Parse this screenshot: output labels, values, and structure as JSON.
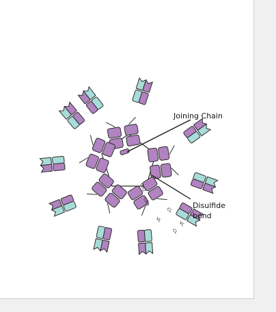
{
  "labels": {
    "joining_chain": "Joining Chain",
    "disulfide_line1": "Disulfide",
    "disulfide_line2": "bond"
  },
  "domain_labels": [
    "CH2",
    "CH3",
    "VL",
    "CL",
    "VL",
    "CL"
  ],
  "colors": {
    "heavy": "#b183c0",
    "light": "#a7dcd9",
    "stroke": "#2b2b2b",
    "background": "#ffffff",
    "frame": "#f0f0f0"
  }
}
